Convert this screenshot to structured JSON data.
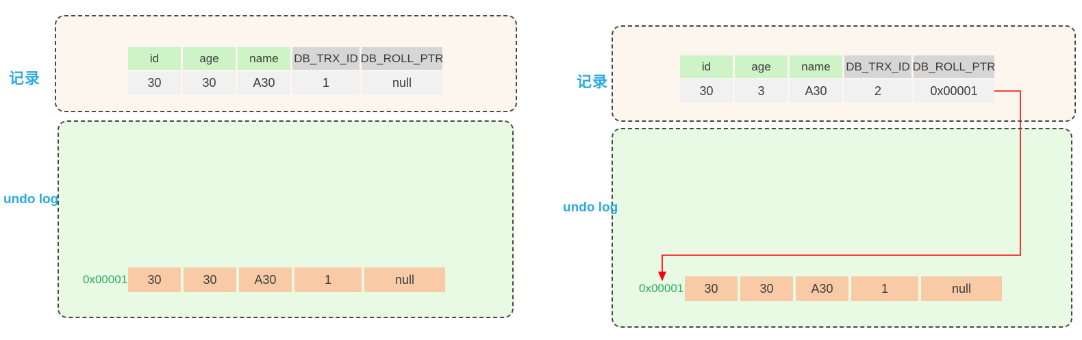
{
  "colors": {
    "accent_label": "#29ABE2",
    "record_box_bg": "#FDF6EF",
    "undo_box_bg": "#E8F9E4",
    "header_green_bg": "#CDF3C6",
    "header_gray_bg": "#D6D6D6",
    "data_cell_bg": "#F1F1F1",
    "undo_cell_bg": "#F8CBA6",
    "address_text": "#27AE60",
    "pointer_arrow": "#FF0000",
    "dashed_border": "#474747"
  },
  "diagrams": [
    {
      "record_label": "记录",
      "undo_label": "undo log",
      "headers": [
        "id",
        "age",
        "name",
        "DB_TRX_ID",
        "DB_ROLL_PTR"
      ],
      "record_row": [
        "30",
        "30",
        "A30",
        "1",
        "null"
      ],
      "undo_address": "0x00001",
      "undo_row": [
        "30",
        "30",
        "A30",
        "1",
        "null"
      ]
    },
    {
      "record_label": "记录",
      "undo_label": "undo log",
      "headers": [
        "id",
        "age",
        "name",
        "DB_TRX_ID",
        "DB_ROLL_PTR"
      ],
      "record_row": [
        "30",
        "3",
        "A30",
        "2",
        "0x00001"
      ],
      "undo_address": "0x00001",
      "undo_row": [
        "30",
        "30",
        "A30",
        "1",
        "null"
      ],
      "pointer": {
        "from": "DB_ROLL_PTR",
        "to": "0x00001",
        "color": "#FF0000"
      }
    }
  ]
}
